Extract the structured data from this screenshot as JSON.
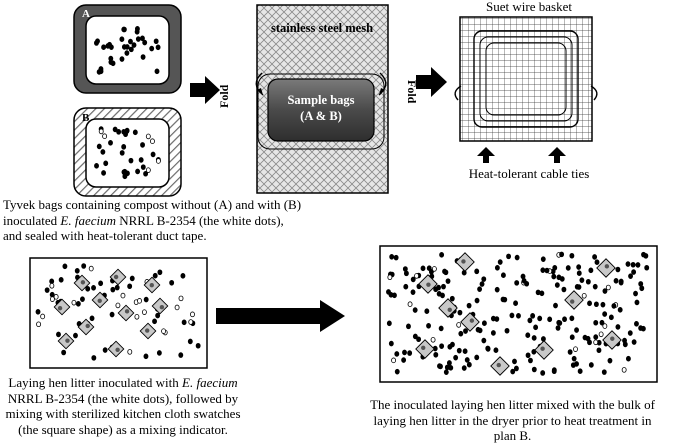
{
  "labels": {
    "bag_a": "A",
    "bag_b": "B",
    "mesh_title": "stainless steel mesh",
    "fold": "Fold",
    "sample_bags_line1": "Sample bags",
    "sample_bags_line2": "(A & B)",
    "basket_title": "Suet wire basket",
    "cable_ties": "Heat-tolerant cable ties"
  },
  "captions": {
    "tyvek": {
      "line1": "Tyvek bags containing compost without (A) and with (B)",
      "line2_pre": "inoculated ",
      "line2_italic": "E. faecium",
      "line2_post": " NRRL B-2354 (the white dots),",
      "line3": "and sealed with heat-tolerant duct tape."
    },
    "litter": {
      "line1_pre": "Laying hen litter inoculated with ",
      "line1_italic": "E. faecium",
      "line2": "NRRL B-2354 (the white dots), followed by",
      "line3": "mixing with sterilized kitchen cloth swatches",
      "line4": "(the square shape) as a mixing indicator."
    },
    "mixed": {
      "line1": "The inoculated laying hen litter mixed with the bulk of",
      "line2": "laying hen litter in the dryer prior to heat treatment in",
      "line3": "plan B."
    }
  }
}
